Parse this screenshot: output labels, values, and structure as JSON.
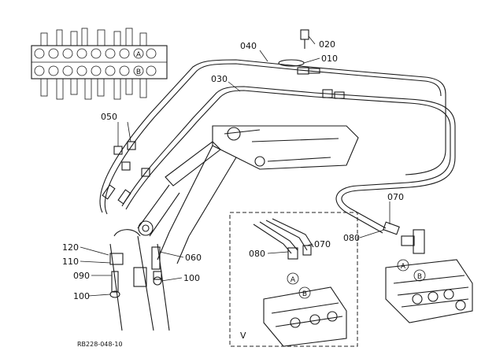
{
  "diagram": {
    "callouts": [
      {
        "id": "c040",
        "text": "040"
      },
      {
        "id": "c020",
        "text": "020"
      },
      {
        "id": "c010",
        "text": "010"
      },
      {
        "id": "c030",
        "text": "030"
      },
      {
        "id": "c050",
        "text": "050"
      },
      {
        "id": "c070a",
        "text": "070"
      },
      {
        "id": "c080a",
        "text": "080"
      },
      {
        "id": "c120",
        "text": "120"
      },
      {
        "id": "c110",
        "text": "110"
      },
      {
        "id": "c060",
        "text": "060"
      },
      {
        "id": "c090",
        "text": "090"
      },
      {
        "id": "c100a",
        "text": "100"
      },
      {
        "id": "c100b",
        "text": "100"
      },
      {
        "id": "c080b",
        "text": "080"
      },
      {
        "id": "c070b",
        "text": "070"
      }
    ],
    "port_markers": {
      "a": "A",
      "b": "B"
    },
    "inset_view_label": "V",
    "drawing_code": "RB228-048-10"
  }
}
